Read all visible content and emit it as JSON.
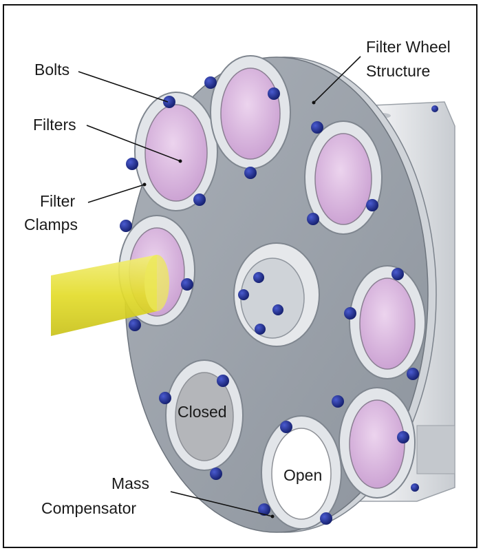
{
  "figure": {
    "labels": {
      "bolts": "Bolts",
      "filters": "Filters",
      "filter_clamps_line1": "Filter",
      "filter_clamps_line2": "Clamps",
      "filter_wheel_line1": "Filter Wheel",
      "filter_wheel_line2": "Structure",
      "mass_compensator_line1": "Mass",
      "mass_compensator_line2": "Compensator",
      "closed": "Closed",
      "open": "Open"
    },
    "colors": {
      "wheel_plate": "#9aa1aa",
      "housing": "#e7e9ec",
      "clamp_ring": "#dfe2e6",
      "filter_glass": "#d9b6df",
      "bolt": "#1e2b8a",
      "light_beam": "#e8e233",
      "closed_disc": "#b4b6ba"
    }
  }
}
